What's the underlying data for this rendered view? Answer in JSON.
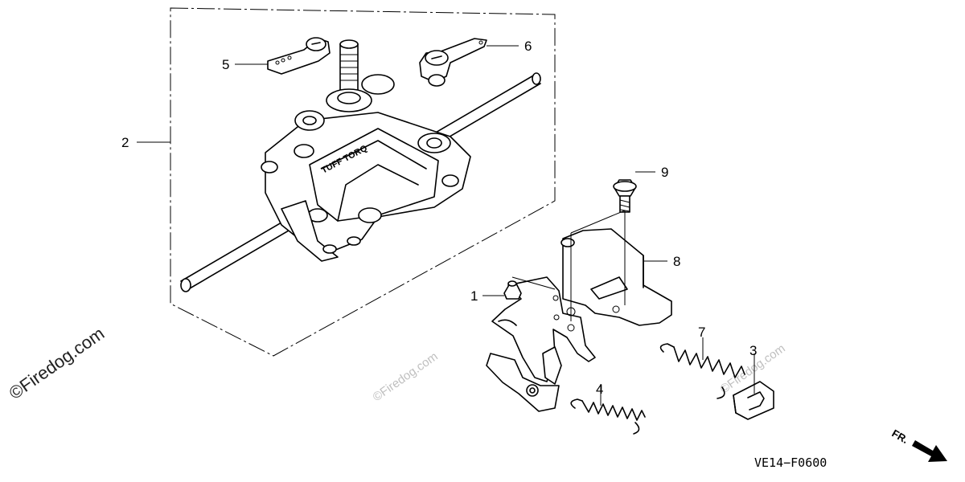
{
  "callouts": [
    {
      "id": "1",
      "label": "1"
    },
    {
      "id": "2",
      "label": "2"
    },
    {
      "id": "3",
      "label": "3"
    },
    {
      "id": "4",
      "label": "4"
    },
    {
      "id": "5",
      "label": "5"
    },
    {
      "id": "6",
      "label": "6"
    },
    {
      "id": "7",
      "label": "7"
    },
    {
      "id": "8",
      "label": "8"
    },
    {
      "id": "9",
      "label": "9"
    }
  ],
  "diagram_code": "VE14−F0600",
  "front_label": "FR.",
  "transmission_brand": "TUFF TORQ",
  "watermarks": {
    "main": "©Firedog.com",
    "faint": "©Firedog.com"
  }
}
